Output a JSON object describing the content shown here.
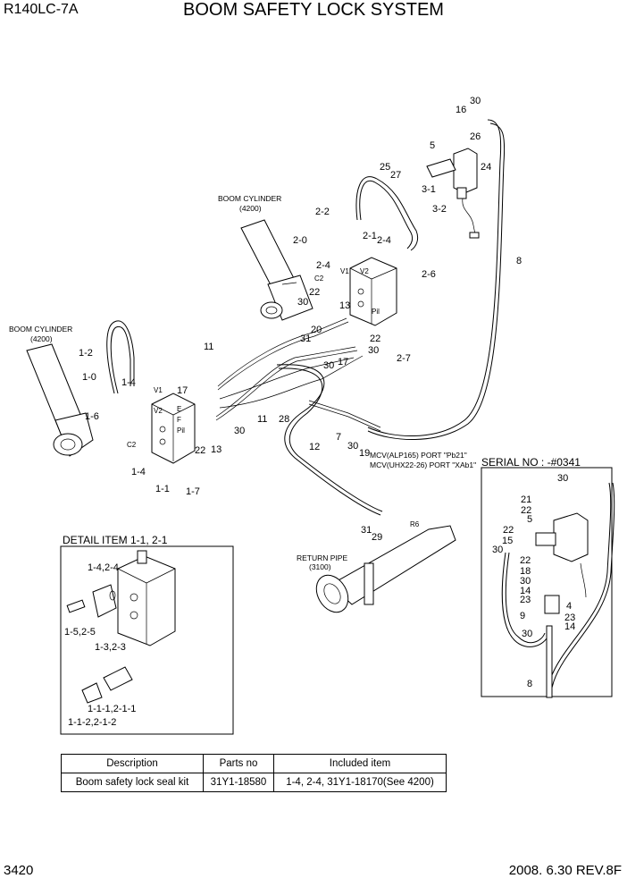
{
  "header": {
    "model": "R140LC-7A",
    "title": "BOOM SAFETY LOCK SYSTEM"
  },
  "captions": {
    "boom_cylinder_right": "BOOM CYLINDER",
    "boom_cylinder_right_ref": "(4200)",
    "boom_cylinder_left": "BOOM CYLINDER",
    "boom_cylinder_left_ref": "(4200)",
    "return_pipe": "RETURN PIPE",
    "return_pipe_ref": "(3100)",
    "mcv_port_1": "MCV(ALP165) PORT \"Pb21\"",
    "mcv_port_2": "MCV(UHX22-26) PORT \"XAb1\"",
    "detail_title": "DETAIL  ITEM 1-1, 2-1",
    "serial_title": "SERIAL NO : -#0341"
  },
  "part_labels": [
    "30",
    "16",
    "26",
    "24",
    "5",
    "25",
    "27",
    "3-1",
    "3-2",
    "2-2",
    "2-0",
    "2-1",
    "2-4",
    "2-4",
    "2-6",
    "8",
    "C2",
    "22",
    "30",
    "13",
    "V1",
    "V2",
    "Pil",
    "20",
    "22",
    "31",
    "30",
    "17",
    "30",
    "2-7",
    "11",
    "1-2",
    "1-0",
    "1-4",
    "1-6",
    "17",
    "V1",
    "V2",
    "E",
    "F",
    "Pil",
    "C2",
    "22",
    "13",
    "30",
    "11",
    "28",
    "7",
    "30",
    "19",
    "12",
    "1-4",
    "1-1",
    "1-7",
    "31",
    "29",
    "R6",
    "21",
    "22",
    "5",
    "22",
    "15",
    "30",
    "22",
    "18",
    "30",
    "14",
    "23",
    "4",
    "23",
    "14",
    "30",
    "9",
    "8",
    "30",
    "1-4,2-4",
    "1-5,2-5",
    "1-3,2-3",
    "1-1-1,2-1-1",
    "1-1-2,2-1-2"
  ],
  "kit_table": {
    "headers": [
      "Description",
      "Parts no",
      "Included item"
    ],
    "rows": [
      [
        "Boom safety lock seal kit",
        "31Y1-18580",
        "1-4, 2-4, 31Y1-18170(See 4200)"
      ]
    ]
  },
  "footer": {
    "page": "3420",
    "date_rev": "2008. 6.30  REV.8F"
  }
}
